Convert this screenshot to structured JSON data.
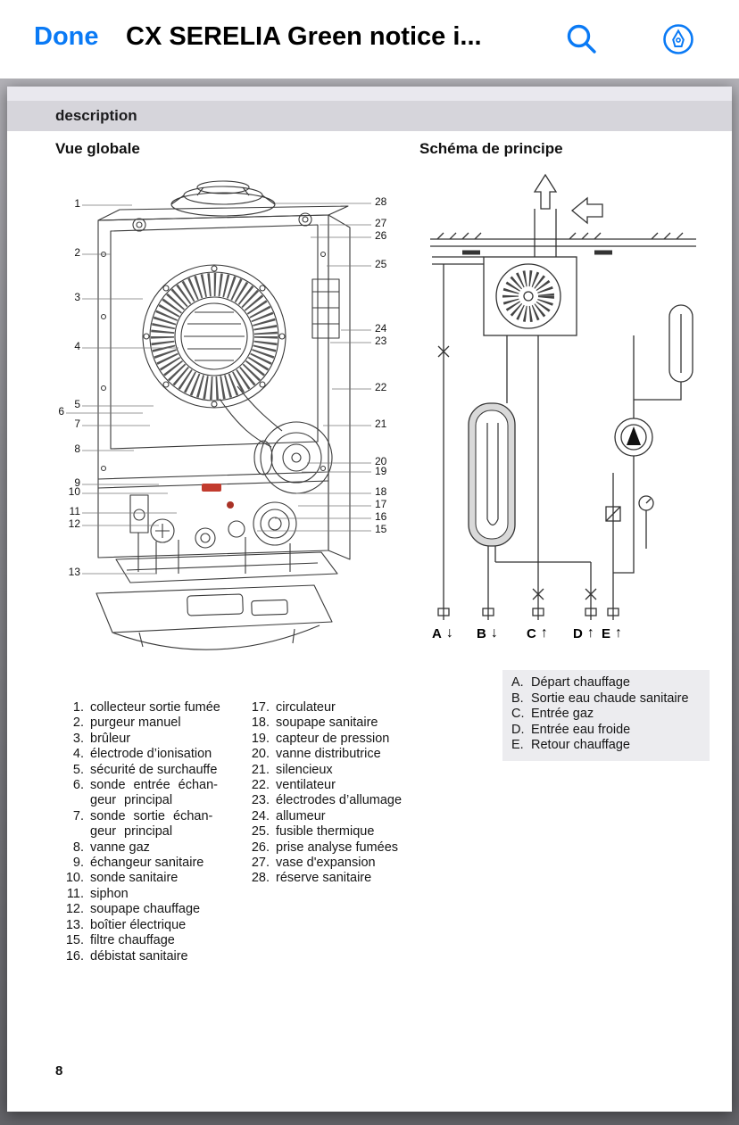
{
  "navbar": {
    "done": "Done",
    "title": "CX SERELIA Green notice i..."
  },
  "doc": {
    "section_header": "description",
    "left_title": "Vue globale",
    "right_title": "Schéma de principe",
    "page_number": "8"
  },
  "icons": {
    "search": "search-icon",
    "markup": "markup-pen-icon"
  },
  "colors": {
    "ios_blue": "#0a7af5",
    "desc_bar": "#d6d5db"
  },
  "callouts": {
    "left": [
      "1",
      "2",
      "3",
      "4",
      "5",
      "6",
      "7",
      "8",
      "9",
      "10",
      "11",
      "12",
      "13"
    ],
    "right": [
      "28",
      "27",
      "26",
      "25",
      "24",
      "23",
      "22",
      "21",
      "20",
      "19",
      "18",
      "17",
      "16",
      "15"
    ]
  },
  "schema_ports": [
    {
      "letter": "A",
      "arrow": "↓"
    },
    {
      "letter": "B",
      "arrow": "↓"
    },
    {
      "letter": "C",
      "arrow": "↑"
    },
    {
      "letter": "D",
      "arrow": "↑"
    },
    {
      "letter": "E",
      "arrow": "↑"
    }
  ],
  "legend_left": [
    {
      "num": "1.",
      "label": "collecteur sortie fumée"
    },
    {
      "num": "2.",
      "label": "purgeur manuel"
    },
    {
      "num": "3.",
      "label": "brûleur"
    },
    {
      "num": "4.",
      "label": "électrode d’ionisation"
    },
    {
      "num": "5.",
      "label": "sécurité de surchauffe"
    },
    {
      "num": "6.",
      "label": "sonde entrée échan-\ngeur principal"
    },
    {
      "num": "7.",
      "label": "sonde sortie échan-\ngeur principal"
    },
    {
      "num": "8.",
      "label": "vanne gaz"
    },
    {
      "num": "9.",
      "label": "échangeur sanitaire"
    },
    {
      "num": "10.",
      "label": "sonde sanitaire"
    },
    {
      "num": "11.",
      "label": "siphon"
    },
    {
      "num": "12.",
      "label": "soupape chauffage"
    },
    {
      "num": "13.",
      "label": "boîtier électrique"
    },
    {
      "num": "15.",
      "label": "filtre chauffage"
    },
    {
      "num": "16.",
      "label": "débistat sanitaire"
    }
  ],
  "legend_right": [
    {
      "num": "17.",
      "label": "circulateur"
    },
    {
      "num": "18.",
      "label": "soupape sanitaire"
    },
    {
      "num": "19.",
      "label": "capteur de pression"
    },
    {
      "num": "20.",
      "label": "vanne distributrice"
    },
    {
      "num": "21.",
      "label": "silencieux"
    },
    {
      "num": "22.",
      "label": "ventilateur"
    },
    {
      "num": "23.",
      "label": "électrodes d’allumage"
    },
    {
      "num": "24.",
      "label": "allumeur"
    },
    {
      "num": "25.",
      "label": "fusible thermique"
    },
    {
      "num": "26.",
      "label": "prise analyse fumées"
    },
    {
      "num": "27.",
      "label": "vase d'expansion"
    },
    {
      "num": "28.",
      "label": "réserve sanitaire"
    }
  ],
  "schema_legend": [
    {
      "letter": "A.",
      "label": "Départ chauffage"
    },
    {
      "letter": "B.",
      "label": "Sortie eau chaude sanitaire"
    },
    {
      "letter": "C.",
      "label": "Entrée gaz"
    },
    {
      "letter": "D.",
      "label": "Entrée eau froide"
    },
    {
      "letter": "E.",
      "label": "Retour chauffage"
    }
  ]
}
